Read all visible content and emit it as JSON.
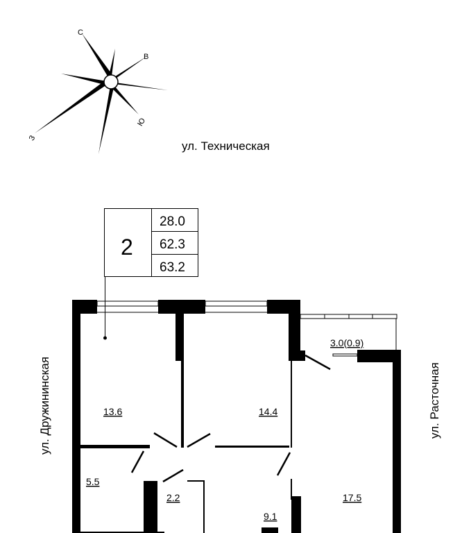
{
  "compass": {
    "north": "С",
    "east": "В",
    "south": "Ю",
    "west": "З"
  },
  "streets": {
    "top": "ул. Техническая",
    "left": "ул. Дружининская",
    "right": "ул. Расточная"
  },
  "apartment": {
    "rooms_count": "2",
    "living_area": "28.0",
    "total_area": "62.3",
    "total_with_balcony": "63.2"
  },
  "rooms": {
    "bedroom1": "13.6",
    "bedroom2": "14.4",
    "kitchen": "17.5",
    "bathroom": "5.5",
    "toilet": "2.2",
    "hall": "9.1",
    "balcony": "3.0(0.9)"
  },
  "colors": {
    "ink": "#000000",
    "background": "#ffffff"
  }
}
